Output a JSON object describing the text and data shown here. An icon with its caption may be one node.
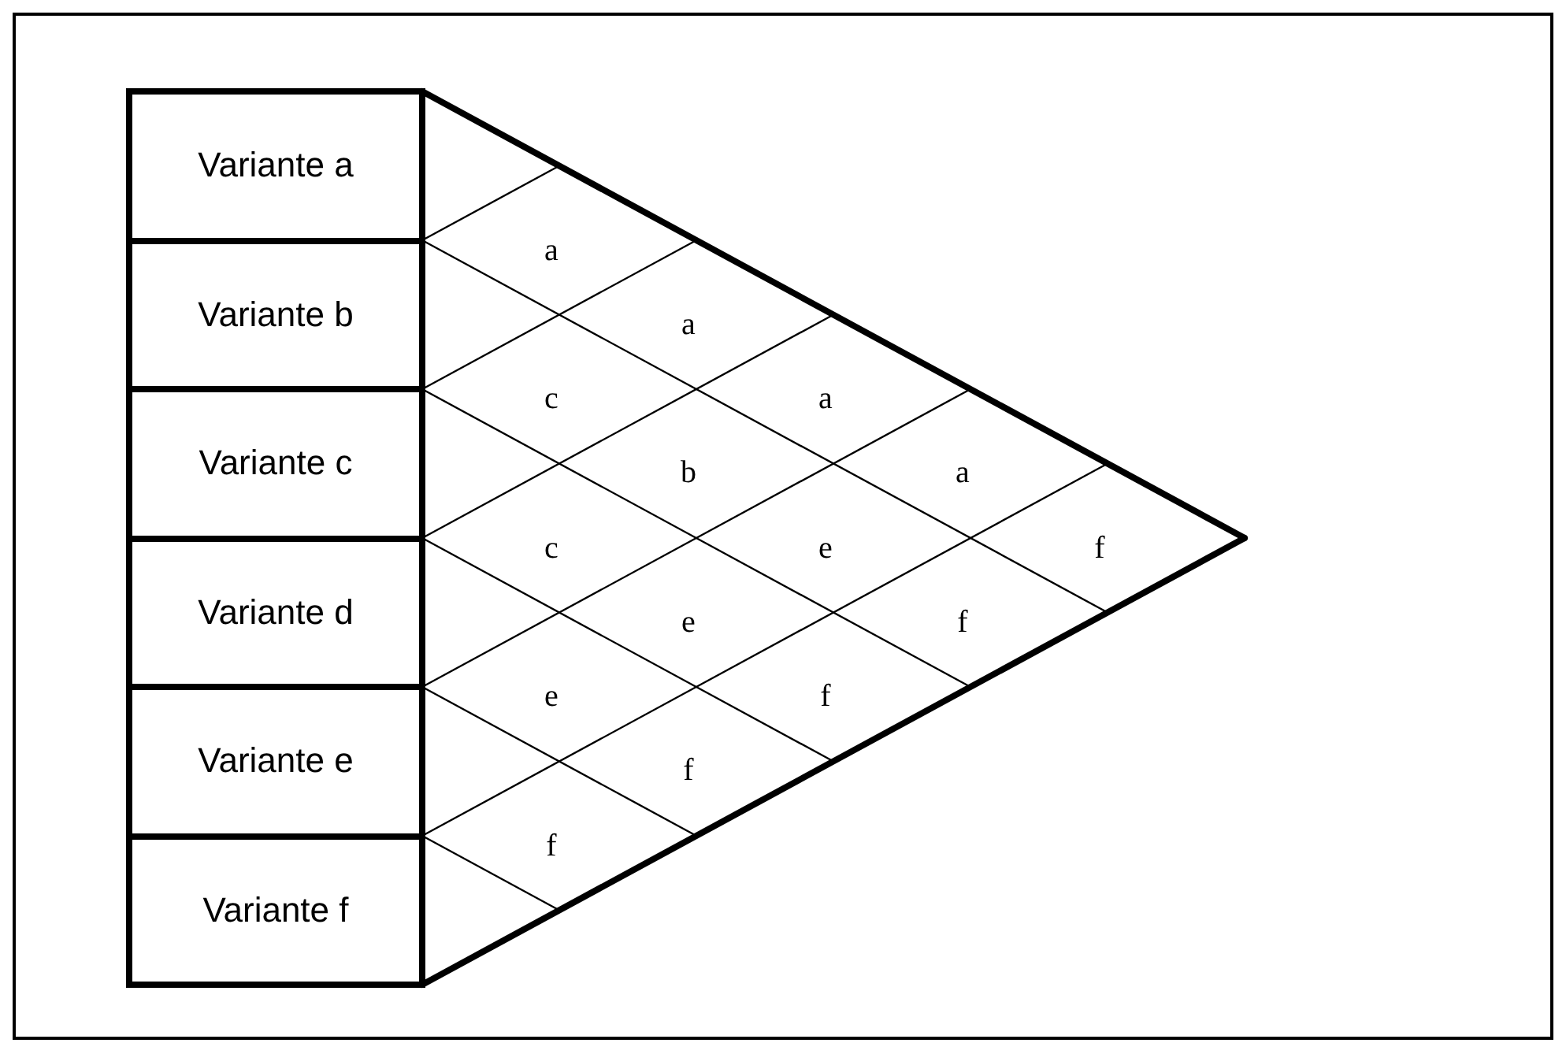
{
  "diagram": {
    "nodes": [
      {
        "text": [
          "Variante a"
        ]
      },
      {
        "text": [
          "Variante b"
        ]
      },
      {
        "text": [
          "Variante c"
        ]
      },
      {
        "text": [
          "Variante d"
        ]
      },
      {
        "text": [
          "Variante e"
        ]
      },
      {
        "text": [
          "Variante f"
        ]
      }
    ],
    "labels": [
      "a",
      "a",
      "c",
      "a",
      "b",
      "a",
      "c",
      "e",
      "f",
      "e",
      "f",
      "e",
      "f",
      "f",
      "f"
    ]
  }
}
